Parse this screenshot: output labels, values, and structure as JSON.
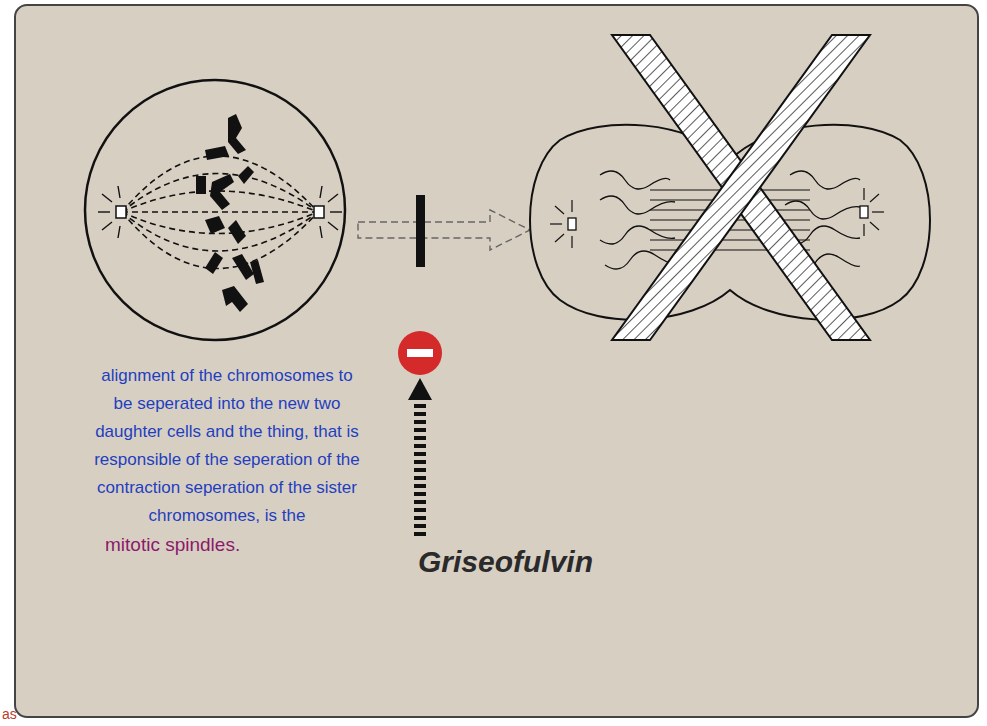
{
  "diagram": {
    "labels": [
      "alignment of the chromosomes to be seperated into the new two daughter cells and the thing, that is responsible of the seperation of the contraction seperation of the sister chromosomes, is the",
      "mitotic spindles.",
      "Griseofulvin",
      "as"
    ]
  }
}
